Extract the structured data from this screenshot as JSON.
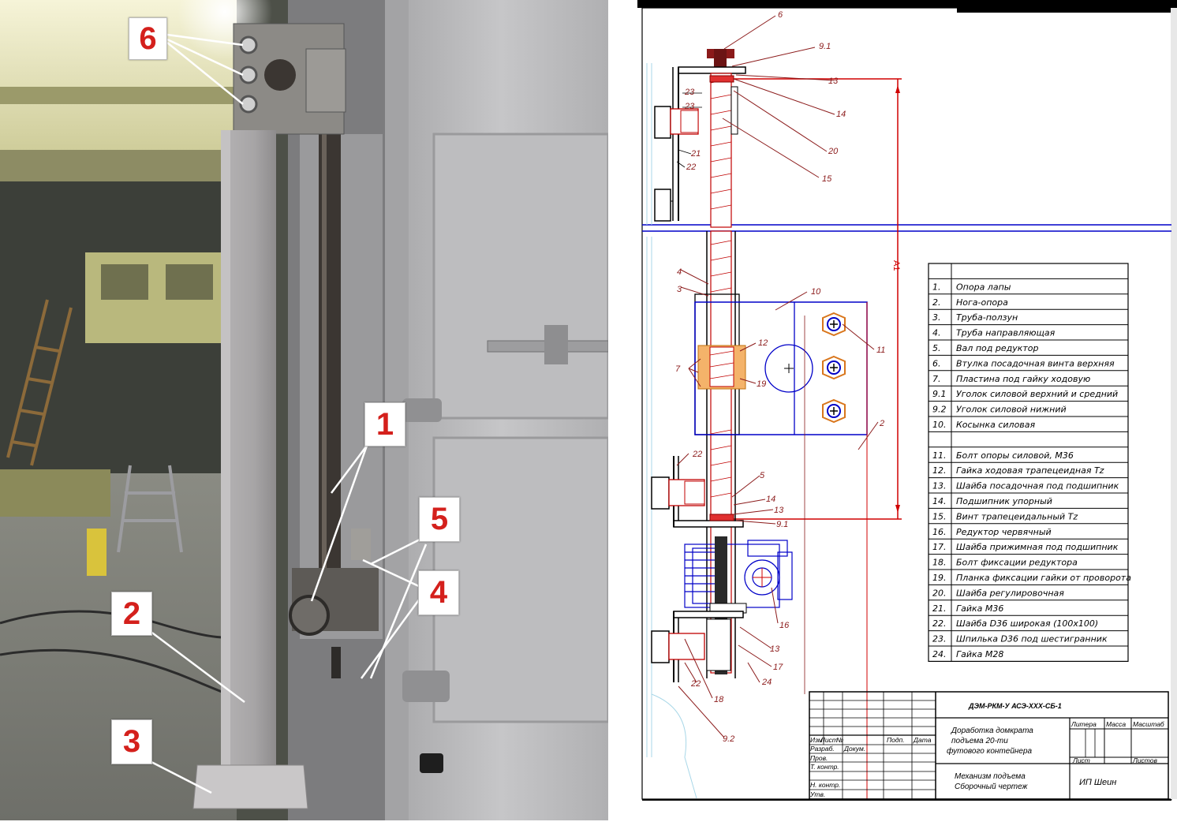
{
  "photo": {
    "callouts": [
      {
        "id": "6",
        "label": "6"
      },
      {
        "id": "1",
        "label": "1"
      },
      {
        "id": "5",
        "label": "5"
      },
      {
        "id": "4",
        "label": "4"
      },
      {
        "id": "2",
        "label": "2"
      },
      {
        "id": "3",
        "label": "3"
      }
    ]
  },
  "drawing": {
    "top_labels": [
      "6",
      "9.1",
      "13",
      "14",
      "20",
      "15",
      "23",
      "23",
      "21",
      "22"
    ],
    "dimension_label": "A1",
    "mid_labels": [
      "4",
      "3",
      "10",
      "12",
      "7",
      "19",
      "11",
      "2",
      "22",
      "5",
      "14",
      "13",
      "9.1",
      "16",
      "13",
      "17",
      "24",
      "22",
      "18",
      "9.2"
    ],
    "parts_table": [
      {
        "num": "1.",
        "name": "Опора лапы"
      },
      {
        "num": "2.",
        "name": "Нога-опора"
      },
      {
        "num": "3.",
        "name": "Труба-ползун"
      },
      {
        "num": "4.",
        "name": "Труба направляющая"
      },
      {
        "num": "5.",
        "name": "Вал под редуктор"
      },
      {
        "num": "6.",
        "name": "Втулка посадочная винта верхняя"
      },
      {
        "num": "7.",
        "name": "Пластина под гайку ходовую"
      },
      {
        "num": "9.1",
        "name": "Уголок силовой верхний и средний"
      },
      {
        "num": "9.2",
        "name": "Уголок силовой нижний"
      },
      {
        "num": "10.",
        "name": "Косынка силовая"
      },
      {
        "num": "",
        "name": ""
      },
      {
        "num": "11.",
        "name": "Болт опоры силовой, М36"
      },
      {
        "num": "12.",
        "name": "Гайка ходовая трапецеидная Tz"
      },
      {
        "num": "13.",
        "name": "Шайба посадочная под подшипник"
      },
      {
        "num": "14.",
        "name": "Подшипник упорный"
      },
      {
        "num": "15.",
        "name": "Винт трапецеидальный Tz"
      },
      {
        "num": "16.",
        "name": "Редуктор червячный"
      },
      {
        "num": "17.",
        "name": "Шайба прижимная под подшипник"
      },
      {
        "num": "18.",
        "name": "Болт фиксации редуктора"
      },
      {
        "num": "19.",
        "name": "Планка фиксации гайки от проворота"
      },
      {
        "num": "20.",
        "name": "Шайба регулировочная"
      },
      {
        "num": "21.",
        "name": "Гайка М36"
      },
      {
        "num": "22.",
        "name": "Шайба D36 широкая (100х100)"
      },
      {
        "num": "23.",
        "name": "Шпилька D36 под шестигранник"
      },
      {
        "num": "24.",
        "name": "Гайка М28"
      }
    ],
    "title_block": {
      "doc_code": "ДЭМ-РКМ-У АСЭ-ХХХ-СБ-1",
      "description_line1": "Доработка домкрата",
      "description_line2": "подъема 20-ти",
      "description_line3": "футового контейнера",
      "assembly_line1": "Механизм подъема",
      "assembly_line2": "Сборочный чертеж",
      "company": "ИП Шеин",
      "col_litera": "Литера",
      "col_massa": "Масса",
      "col_masshtab": "Масштаб",
      "col_list": "Лист",
      "col_listov": "Листов",
      "row_izm": "Изм",
      "row_list": "Лист",
      "row_ndokum": "№",
      "row_podp": "Подп.",
      "row_data": "Дата",
      "row_razrab": "Разраб.",
      "row_razrab_name": "Докум.",
      "row_prov": "Пров.",
      "row_tkontr": "Т. контр.",
      "row_nkontr": "Н. контр.",
      "row_utv": "Утв."
    }
  },
  "colors": {
    "callout_red": "#d4201c",
    "drawing_red": "#d00000",
    "drawing_blue": "#0000c8",
    "orange": "#e08a1e"
  }
}
